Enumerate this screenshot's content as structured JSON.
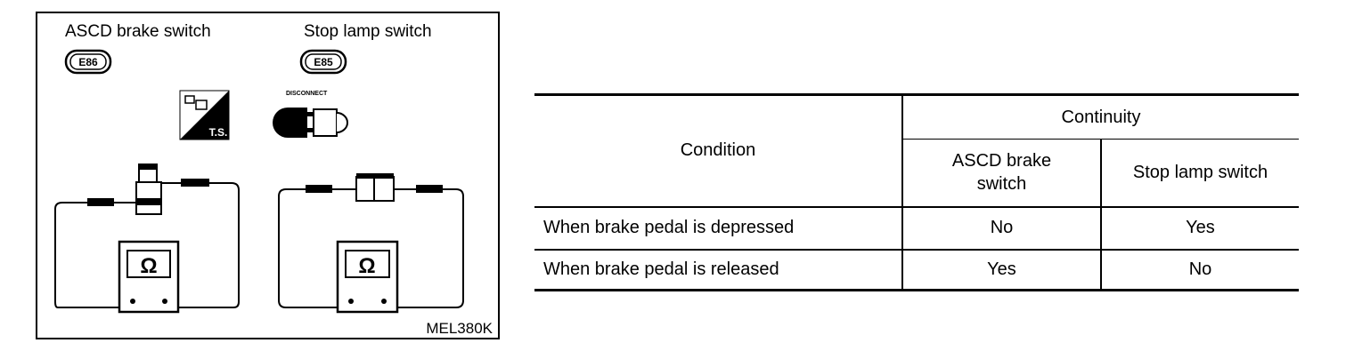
{
  "diagram": {
    "left_title": "ASCD brake switch",
    "right_title": "Stop lamp switch",
    "left_connector": "E86",
    "right_connector": "E85",
    "ts_label": "T.S.",
    "disconnect_label": "DISCONNECT",
    "ohm_symbol": "Ω",
    "figure_code": "MEL380K"
  },
  "table": {
    "condition_header": "Condition",
    "continuity_header": "Continuity",
    "col_ascd_line1": "ASCD brake",
    "col_ascd_line2": "switch",
    "col_stop": "Stop lamp switch",
    "rows": [
      {
        "condition": "When brake pedal is depressed",
        "ascd": "No",
        "stop": "Yes"
      },
      {
        "condition": "When brake pedal is released",
        "ascd": "Yes",
        "stop": "No"
      }
    ]
  }
}
